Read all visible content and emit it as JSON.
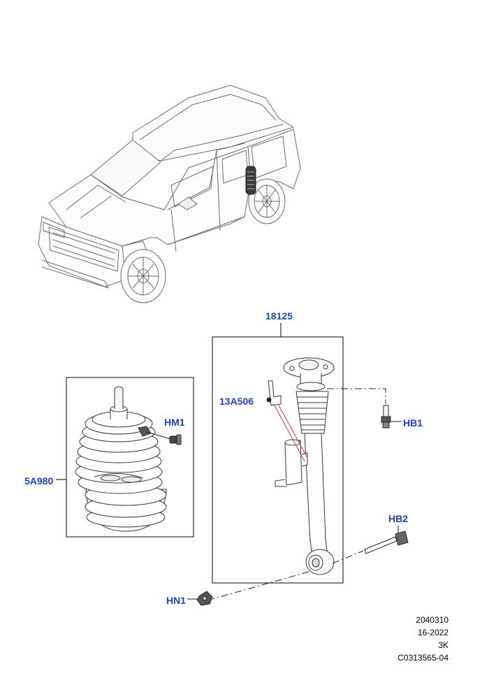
{
  "callouts": {
    "c18125": "18125",
    "c13A506": "13A506",
    "cHM1": "HM1",
    "cHB1": "HB1",
    "c5A980": "5A980",
    "cHB2": "HB2",
    "cHN1": "HN1"
  },
  "meta": {
    "line1": "2040310",
    "line2": "16-2022",
    "line3": "3K",
    "line4": "C0313565-04"
  },
  "colors": {
    "callout": "#1d3fd6",
    "line": "#000000",
    "accent": "#d83a3a"
  }
}
